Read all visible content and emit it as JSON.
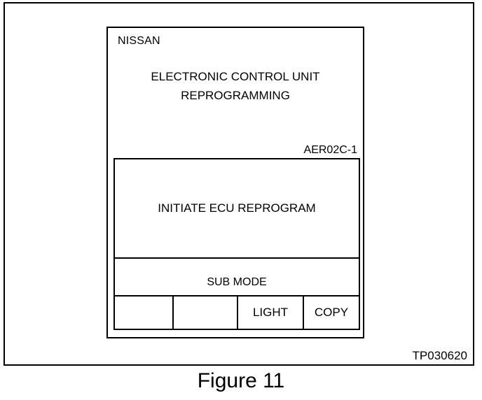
{
  "device": {
    "brand": "NISSAN",
    "title_lines": [
      "ELECTRONIC CONTROL UNIT",
      "REPROGRAMMING"
    ],
    "screen_code": "AER02C-1"
  },
  "screen": {
    "main_item": "INITIATE ECU REPROGRAM",
    "sub_mode": "SUB MODE",
    "softkeys": [
      "",
      "",
      "LIGHT",
      "COPY"
    ]
  },
  "figure": {
    "id": "TP030620",
    "caption": "Figure 11"
  }
}
